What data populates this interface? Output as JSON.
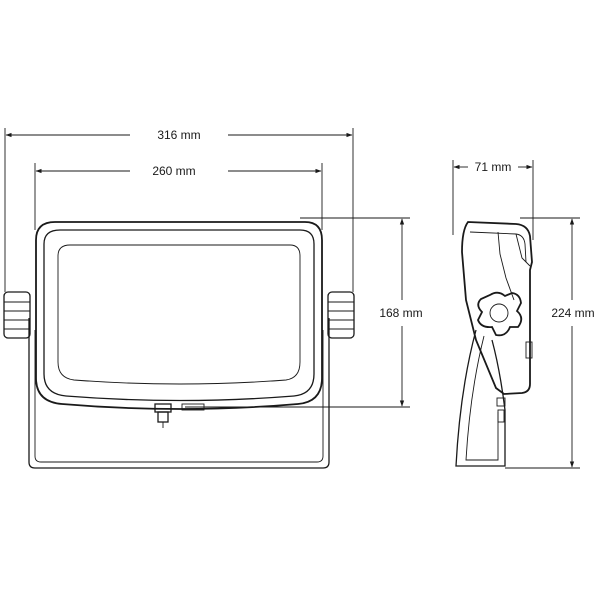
{
  "dimensions": {
    "overall_width": "316 mm",
    "display_width": "260 mm",
    "display_height": "168 mm",
    "depth": "71 mm",
    "overall_height": "224 mm"
  },
  "colors": {
    "line": "#1a1a1a",
    "background": "#ffffff"
  }
}
